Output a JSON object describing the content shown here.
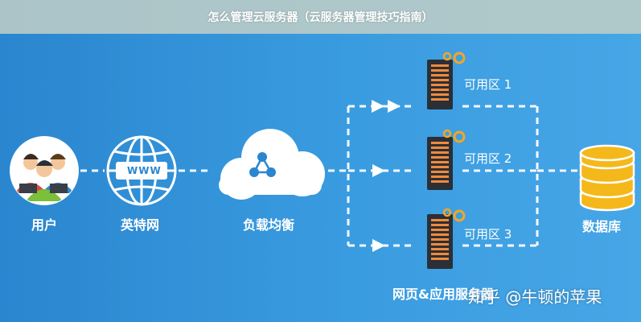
{
  "title": "怎么管理云服务器（云服务器管理技巧指南）",
  "nodes": {
    "user": "用户",
    "internet": "英特网",
    "internet_badge": "WWW",
    "load_balancer": "负载均衡",
    "database": "数据库"
  },
  "zones": [
    "可用区 1",
    "可用区 2",
    "可用区 3"
  ],
  "server_group_label": "网页&应用服务器",
  "watermark": "知乎 @牛顿的苹果",
  "colors": {
    "background": "#2f93d7",
    "server_body": "#2b2f36",
    "server_stripe": "#f08a3c",
    "gear": "#f5a623",
    "database": "#f5b81a",
    "line": "#ffffff"
  }
}
